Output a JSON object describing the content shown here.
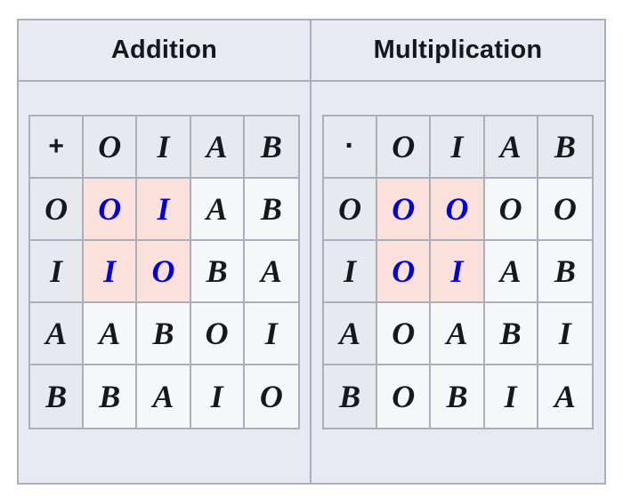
{
  "panels": [
    {
      "key": "addition",
      "title": "Addition",
      "operator": "+",
      "operator_icon": "plus-icon",
      "headers": [
        "O",
        "I",
        "A",
        "B"
      ],
      "rows": [
        {
          "label": "O",
          "cells": [
            "O",
            "I",
            "A",
            "B"
          ]
        },
        {
          "label": "I",
          "cells": [
            "I",
            "O",
            "B",
            "A"
          ]
        },
        {
          "label": "A",
          "cells": [
            "A",
            "B",
            "O",
            "I"
          ]
        },
        {
          "label": "B",
          "cells": [
            "B",
            "A",
            "I",
            "O"
          ]
        }
      ],
      "highlight": {
        "rows": [
          0,
          1
        ],
        "cols": [
          0,
          1
        ]
      }
    },
    {
      "key": "multiplication",
      "title": "Multiplication",
      "operator": "·",
      "operator_icon": "dot-operator-icon",
      "headers": [
        "O",
        "I",
        "A",
        "B"
      ],
      "rows": [
        {
          "label": "O",
          "cells": [
            "O",
            "O",
            "O",
            "O"
          ]
        },
        {
          "label": "I",
          "cells": [
            "O",
            "I",
            "A",
            "B"
          ]
        },
        {
          "label": "A",
          "cells": [
            "O",
            "A",
            "B",
            "I"
          ]
        },
        {
          "label": "B",
          "cells": [
            "O",
            "B",
            "I",
            "A"
          ]
        }
      ],
      "highlight": {
        "rows": [
          0,
          1
        ],
        "cols": [
          0,
          1
        ]
      }
    }
  ],
  "colors": {
    "page_background": "#ffffff",
    "panel_background": "#e7eaf0",
    "border": "#a9afbd",
    "header_cell": "#e6e9ee",
    "body_cell": "#f5f7f9",
    "highlight_cell": "#fce0dc",
    "highlight_text": "#0000dd",
    "text": "#16181d"
  }
}
